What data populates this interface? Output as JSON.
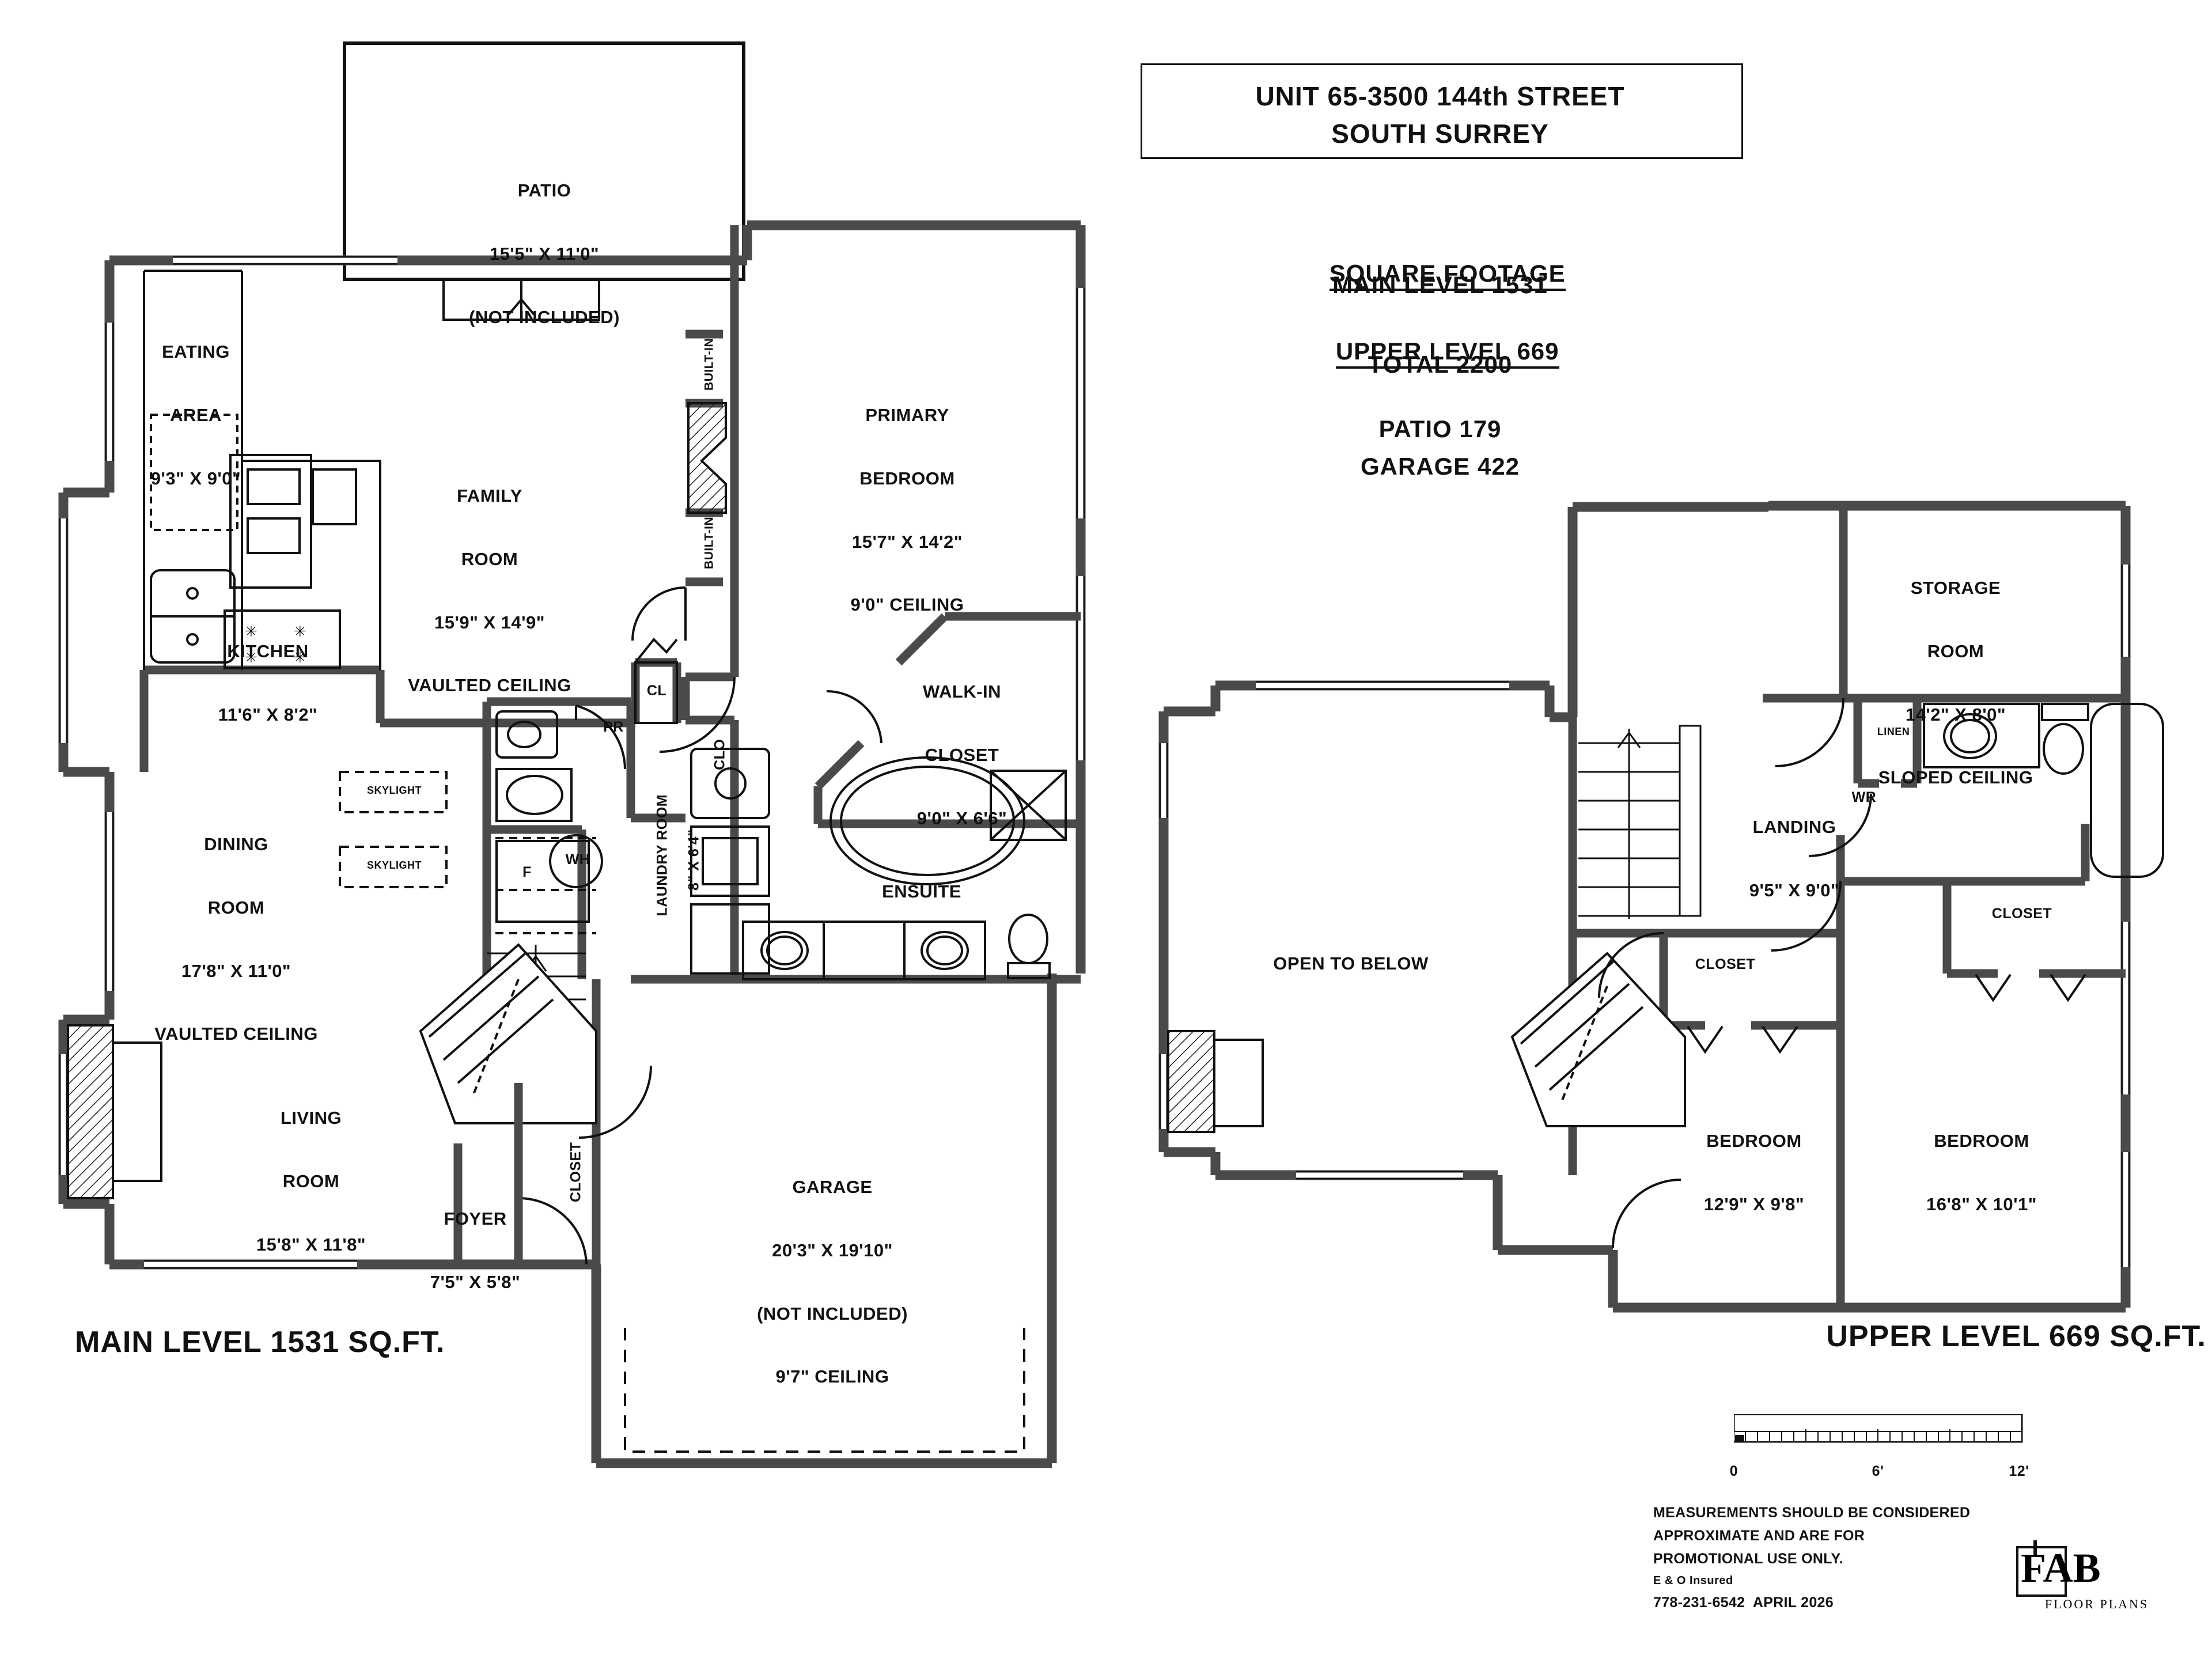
{
  "header": {
    "title_line1": "UNIT 65-3500 144th STREET",
    "title_line2": "SOUTH SURREY",
    "footage_heading": "SQUARE FOOTAGE",
    "main_level": "MAIN LEVEL 1531",
    "upper_level": "UPPER LEVEL 669",
    "total": "TOTAL 2200",
    "patio": "PATIO 179",
    "garage": "GARAGE 422"
  },
  "main_level": {
    "caption": "MAIN LEVEL 1531 SQ.FT.",
    "rooms": [
      {
        "name": "PATIO",
        "line1": "PATIO",
        "line2": "15'5\" X 11'0\"",
        "line3": "(NOT INCLUDED)"
      },
      {
        "name": "EATING AREA",
        "line1": "EATING",
        "line2": "AREA",
        "line3": "9'3\" X 9'0\""
      },
      {
        "name": "FAMILY ROOM",
        "line1": "FAMILY",
        "line2": "ROOM",
        "line3": "15'9\" X 14'9\"",
        "line4": "VAULTED CEILING"
      },
      {
        "name": "KITCHEN",
        "line1": "KITCHEN",
        "line2": "11'6\" X 8'2\""
      },
      {
        "name": "DINING ROOM",
        "line1": "DINING",
        "line2": "ROOM",
        "line3": "17'8\" X 11'0\"",
        "line4": "VAULTED CEILING"
      },
      {
        "name": "LIVING ROOM",
        "line1": "LIVING",
        "line2": "ROOM",
        "line3": "15'8\" X 11'8\""
      },
      {
        "name": "FOYER",
        "line1": "FOYER",
        "line2": "7'5\" X 5'8\""
      },
      {
        "name": "PRIMARY BEDROOM",
        "line1": "PRIMARY",
        "line2": "BEDROOM",
        "line3": "15'7\" X 14'2\"",
        "line4": "9'0\" CEILING"
      },
      {
        "name": "WALK-IN CLOSET",
        "line1": "WALK-IN",
        "line2": "CLOSET",
        "line3": "9'0\" X 6'6\""
      },
      {
        "name": "ENSUITE",
        "line1": "ENSUITE"
      },
      {
        "name": "GARAGE",
        "line1": "GARAGE",
        "line2": "20'3\" X 19'10\"",
        "line3": "(NOT INCLUDED)",
        "line4": "9'7\" CEILING"
      },
      {
        "name": "LAUNDRY ROOM",
        "line1": "LAUNDRY ROOM 8\" X 6'4\""
      }
    ],
    "small_labels": {
      "cl": "CL",
      "pr": "PR",
      "clo": "CLO",
      "closet": "CLOSET",
      "built_in_top": "BUILT-IN",
      "built_in_bottom": "BUILT-IN",
      "skylight_1": "SKYLIGHT",
      "skylight_2": "SKYLIGHT",
      "furnace": "F",
      "water_heater": "WH",
      "laundry_room": "LAUNDRY ROOM",
      "laundry_dim": "8\" X 6'4\""
    }
  },
  "upper_level": {
    "caption": "UPPER LEVEL 669 SQ.FT.",
    "rooms": [
      {
        "name": "STORAGE ROOM",
        "line1": "STORAGE",
        "line2": "ROOM",
        "line3": "14'2\" X 8'0\"",
        "line4": "SLOPED CEILING"
      },
      {
        "name": "LANDING",
        "line1": "LANDING",
        "line2": "9'5\" X 9'0\""
      },
      {
        "name": "BEDROOM 2",
        "line1": "BEDROOM",
        "line2": "12'9\" X 9'8\""
      },
      {
        "name": "BEDROOM 3",
        "line1": "BEDROOM",
        "line2": "16'8\" X 10'1\""
      },
      {
        "name": "OPEN TO BELOW",
        "line1": "OPEN TO BELOW"
      }
    ],
    "small_labels": {
      "linen": "LINEN",
      "wr": "WR",
      "closet_right": "CLOSET",
      "closet_mid": "CLOSET",
      "closet_bed": "CLOSET"
    }
  },
  "scale": {
    "tick_0": "0",
    "tick_6": "6'",
    "tick_12": "12'"
  },
  "footer": {
    "note_line1": "MEASUREMENTS SHOULD BE CONSIDERED",
    "note_line2": "APPROXIMATE AND ARE FOR",
    "note_line3": "PROMOTIONAL USE ONLY.",
    "insured": "E & O Insured",
    "contact": "778-231-6542  APRIL 2026",
    "logo_mark": "FAB",
    "logo_sub": "FLOOR PLANS"
  },
  "colors": {
    "wall": "#4a4a4a",
    "line": "#111111",
    "paper": "#ffffff"
  }
}
